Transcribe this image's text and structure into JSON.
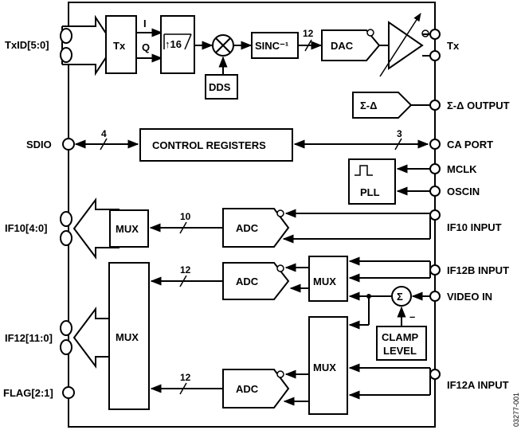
{
  "pins": {
    "txid": "TxID[5:0]",
    "sdio": "SDIO",
    "if10_out": "IF10[4:0]",
    "if12_out": "IF12[11:0]",
    "flag": "FLAG[2:1]",
    "tx": "Tx",
    "sigma_delta_output": "Σ-Δ OUTPUT",
    "ca_port": "CA PORT",
    "mclk": "MCLK",
    "oscin": "OSCIN",
    "if10_input": "IF10 INPUT",
    "if12b_input": "IF12B INPUT",
    "video_in": "VIDEO IN",
    "if12a_input": "IF12A INPUT"
  },
  "blocks": {
    "tx": "Tx",
    "interp": "↑16",
    "sinc": "SINC⁻¹",
    "dac": "DAC",
    "dds": "DDS",
    "sigma_delta": "Σ-Δ",
    "control_registers": "CONTROL REGISTERS",
    "pll": "PLL",
    "mux_if10": "MUX",
    "adc_if10": "ADC",
    "adc_if12b": "ADC",
    "mux_if12b": "MUX",
    "mux_if12": "MUX",
    "sum": "Σ",
    "clamp_level": [
      "CLAMP",
      "LEVEL"
    ],
    "mux_if12a": "MUX",
    "adc_if12a": "ADC"
  },
  "signals": {
    "i": "I",
    "q": "Q",
    "sinc_bus": "12",
    "sdio_bus": "4",
    "ca_bus": "3",
    "if10_bus": "10",
    "if12b_bus": "12",
    "if12a_bus": "12",
    "clamp_minus": "–"
  },
  "figure_id": "03277-001"
}
